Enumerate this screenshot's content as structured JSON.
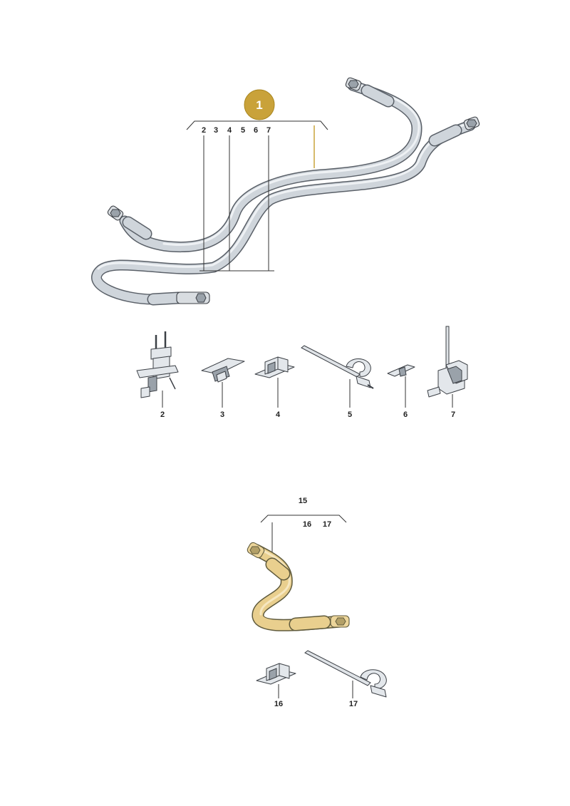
{
  "colors": {
    "badge": "#c9a23a",
    "highlight": "#e9cf8e",
    "cable": "#cfd5db"
  },
  "group1": {
    "badge": "1",
    "sub_labels": [
      "2",
      "3",
      "4",
      "5",
      "6",
      "7"
    ]
  },
  "parts_row": {
    "labels": [
      "2",
      "3",
      "4",
      "5",
      "6",
      "7"
    ]
  },
  "group15": {
    "title": "15",
    "sub_labels": [
      "16",
      "17"
    ]
  },
  "parts_row2": {
    "labels": [
      "16",
      "17"
    ]
  }
}
